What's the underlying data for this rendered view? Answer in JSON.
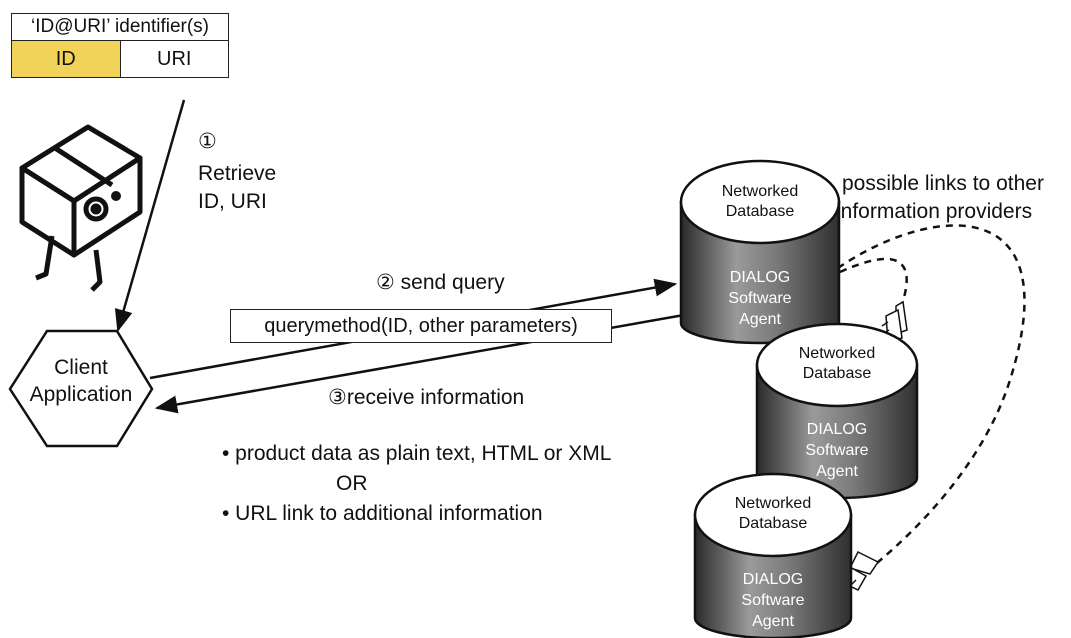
{
  "identifier_table": {
    "header": "‘ID@URI’ identifier(s)",
    "id_label": "ID",
    "uri_label": "URI"
  },
  "step1": {
    "number": "①",
    "line1": "Retrieve",
    "line2": "ID, URI"
  },
  "client": {
    "line1": "Client",
    "line2": "Application"
  },
  "step2": {
    "label": "② send query"
  },
  "query_method": "querymethod(ID, other parameters)",
  "step3": {
    "label": "③receive information"
  },
  "results": {
    "bullet1": "• product data as plain text, HTML or XML",
    "or": "OR",
    "bullet2": "• URL link to additional information"
  },
  "links_caption": {
    "line1": "possible links to other",
    "line2": "information providers"
  },
  "databases": [
    {
      "top_line1": "Networked",
      "top_line2": "Database",
      "body_line1": "DIALOG",
      "body_line2": "Software",
      "body_line3": "Agent"
    },
    {
      "top_line1": "Networked",
      "top_line2": "Database",
      "body_line1": "DIALOG",
      "body_line2": "Software",
      "body_line3": "Agent"
    },
    {
      "top_line1": "Networked",
      "top_line2": "Database",
      "body_line1": "DIALOG",
      "body_line2": "Software",
      "body_line3": "Agent"
    }
  ],
  "colors": {
    "id_cell": "#f2d35a",
    "cylinder_body": "#6b6b6b",
    "line": "#111111"
  }
}
